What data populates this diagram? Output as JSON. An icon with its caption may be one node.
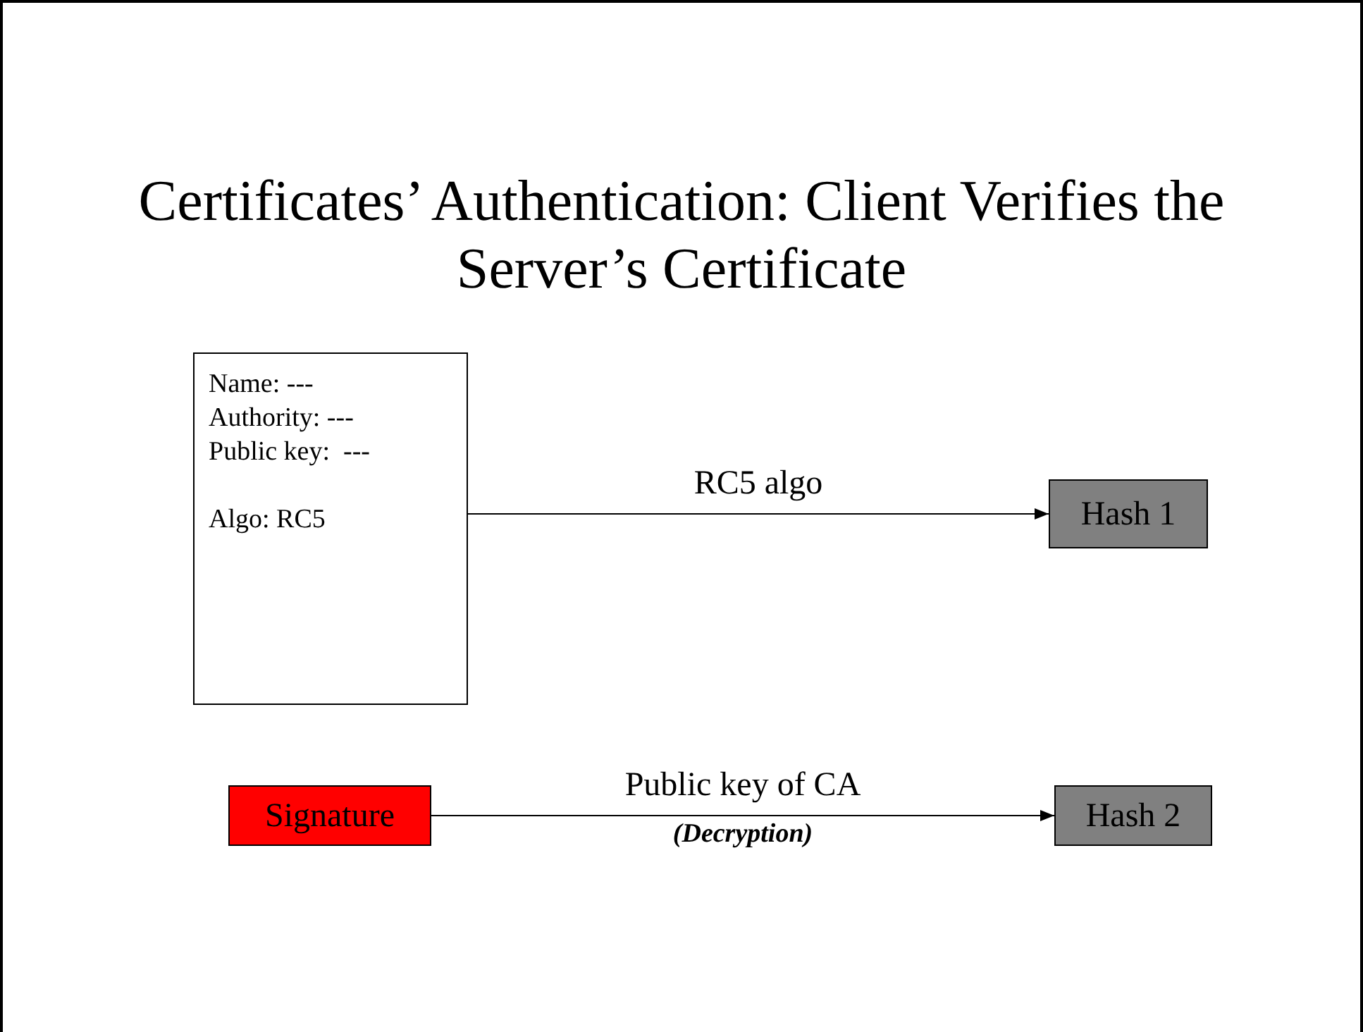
{
  "diagram": {
    "title": "Certificates’ Authentication: Client Verifies the Server’s Certificate",
    "nodes": [
      {
        "text": [
          "Name: ---",
          "Authority: ---",
          "Public key:  ---",
          "Algo: RC5"
        ]
      },
      {
        "text": [
          "Hash 1"
        ]
      },
      {
        "text": [
          "Signature"
        ]
      },
      {
        "text": [
          "Hash 2"
        ]
      }
    ],
    "edges": [
      {
        "from": 0,
        "to": 1,
        "arrow": "to",
        "label": "RC5 algo"
      },
      {
        "from": 2,
        "to": 3,
        "arrow": "to",
        "label": "Public key of CA"
      }
    ],
    "labels": [
      "(Decryption)"
    ]
  }
}
